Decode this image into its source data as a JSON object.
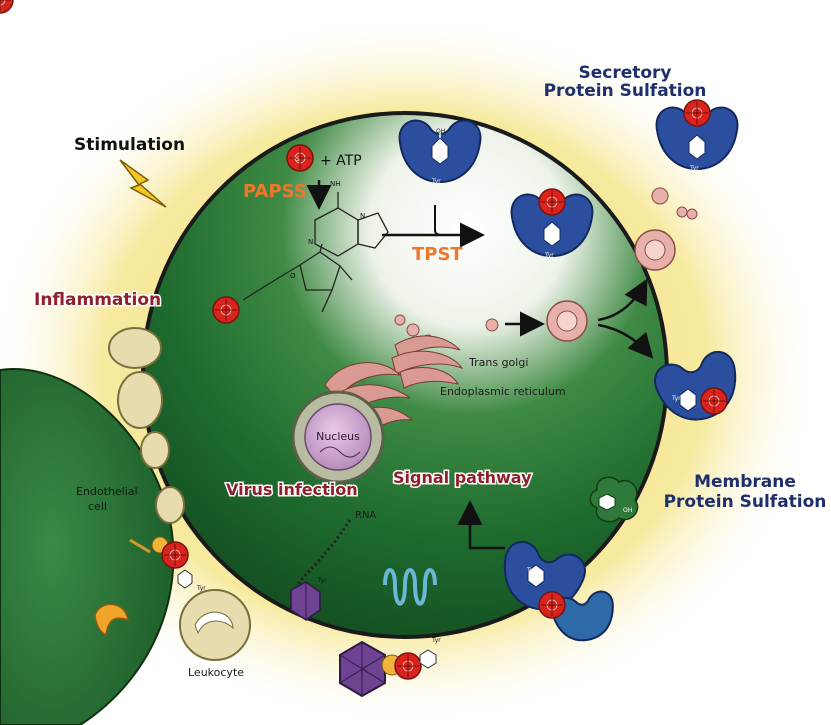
{
  "labels": {
    "secretory_line1": "Secretory",
    "secretory_line2": "Protein Sulfation",
    "membrane_line1": "Membrane",
    "membrane_line2": "Protein Sulfation",
    "stimulation": "Stimulation",
    "inflammation": "Inflammation",
    "papss": "PAPSS",
    "tpst": "TPST",
    "atp": "+ ATP",
    "trans_golgi": "Trans golgi",
    "endoplasmic_reticulum": "Endoplasmic reticulum",
    "nucleus": "Nucleus",
    "virus_infection": "Virus infection",
    "signal_pathway": "Signal pathway",
    "rna": "RNA",
    "endothelial_line1": "Endothelial",
    "endothelial_line2": "cell",
    "leukocyte": "Leukocyte",
    "tyr": "Tyr",
    "oh": "OH",
    "nh2": "NH",
    "n": "N",
    "o": "O",
    "s": "S"
  },
  "colors": {
    "cell_green": "#1e6b2e",
    "cell_light": "#f2f5ee",
    "glow": "#f3e27a",
    "enzyme_blue": "#2b4f9e",
    "sulfate_red": "#d8241c",
    "golgi_pink": "#d99a93",
    "virus_purple": "#6e4391",
    "label_dark_blue": "#1f2f6b",
    "label_red": "#8e1f2b",
    "label_orange": "#f0772a"
  }
}
